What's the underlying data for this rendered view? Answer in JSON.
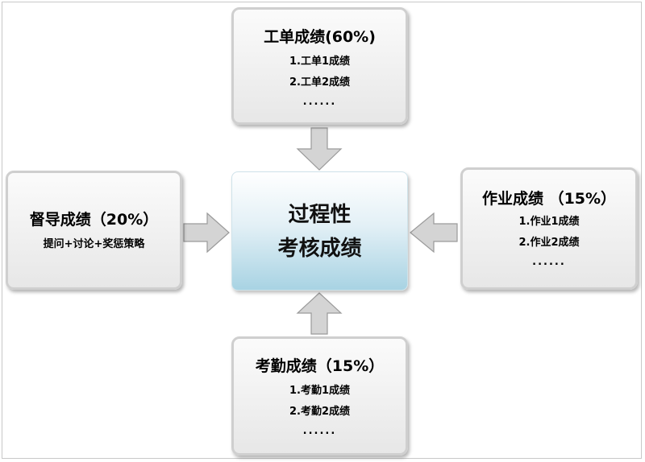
{
  "center": {
    "line1": "过程性",
    "line2": "考核成绩"
  },
  "top": {
    "title": "工单成绩(60%)",
    "items": [
      "1.工单1成绩",
      "2.工单2成绩"
    ],
    "ellipsis": "......"
  },
  "left": {
    "title": "督导成绩（20%）",
    "items": [
      "提问+讨论+奖惩策略"
    ]
  },
  "right": {
    "title": "作业成绩 （15%）",
    "items": [
      "1.作业1成绩",
      "2.作业2成绩"
    ],
    "ellipsis": "......"
  },
  "bottom": {
    "title": "考勤成绩（15%）",
    "items": [
      "1.考勤1成绩",
      "2.考勤2成绩"
    ],
    "ellipsis": "......"
  },
  "colors": {
    "arrow_fill": "#d4d4d4",
    "arrow_stroke": "#9a9a9a",
    "center_bottom": "#a8d3e3"
  }
}
